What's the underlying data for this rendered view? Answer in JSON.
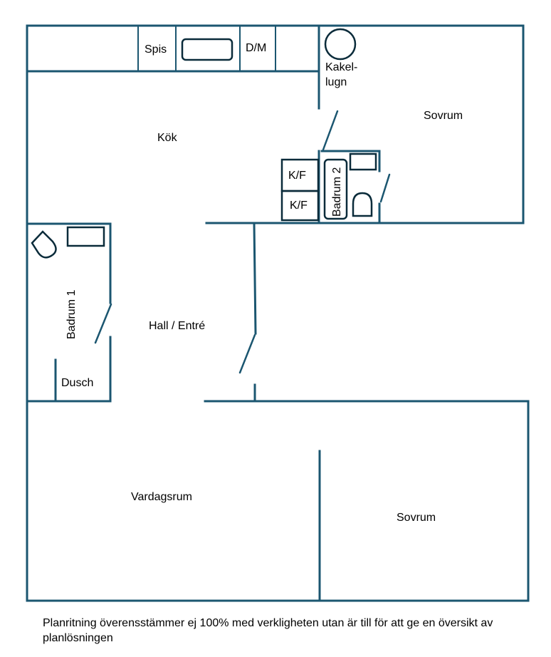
{
  "rooms": {
    "kitchen": "Kök",
    "bedroom_top": "Sovrum",
    "bathroom1": "Badrum 1",
    "bathroom2": "Badrum 2",
    "hall": "Hall / Entré",
    "living": "Vardagsrum",
    "bedroom_bottom": "Sovrum",
    "shower": "Dusch"
  },
  "fixtures": {
    "stove": "Spis",
    "dishwasher": "D/M",
    "fridge1": "K/F",
    "fridge2": "K/F",
    "stove_tile_line1": "Kakel-",
    "stove_tile_line2": "lugn"
  },
  "caption": "Planritning överensstämmer ej 100% med verkligheten utan är till för att ge en översikt av planlösningen",
  "colors": {
    "wall": "#1b5670",
    "fixture": "#111111",
    "text": "#000000",
    "background": "#ffffff"
  }
}
